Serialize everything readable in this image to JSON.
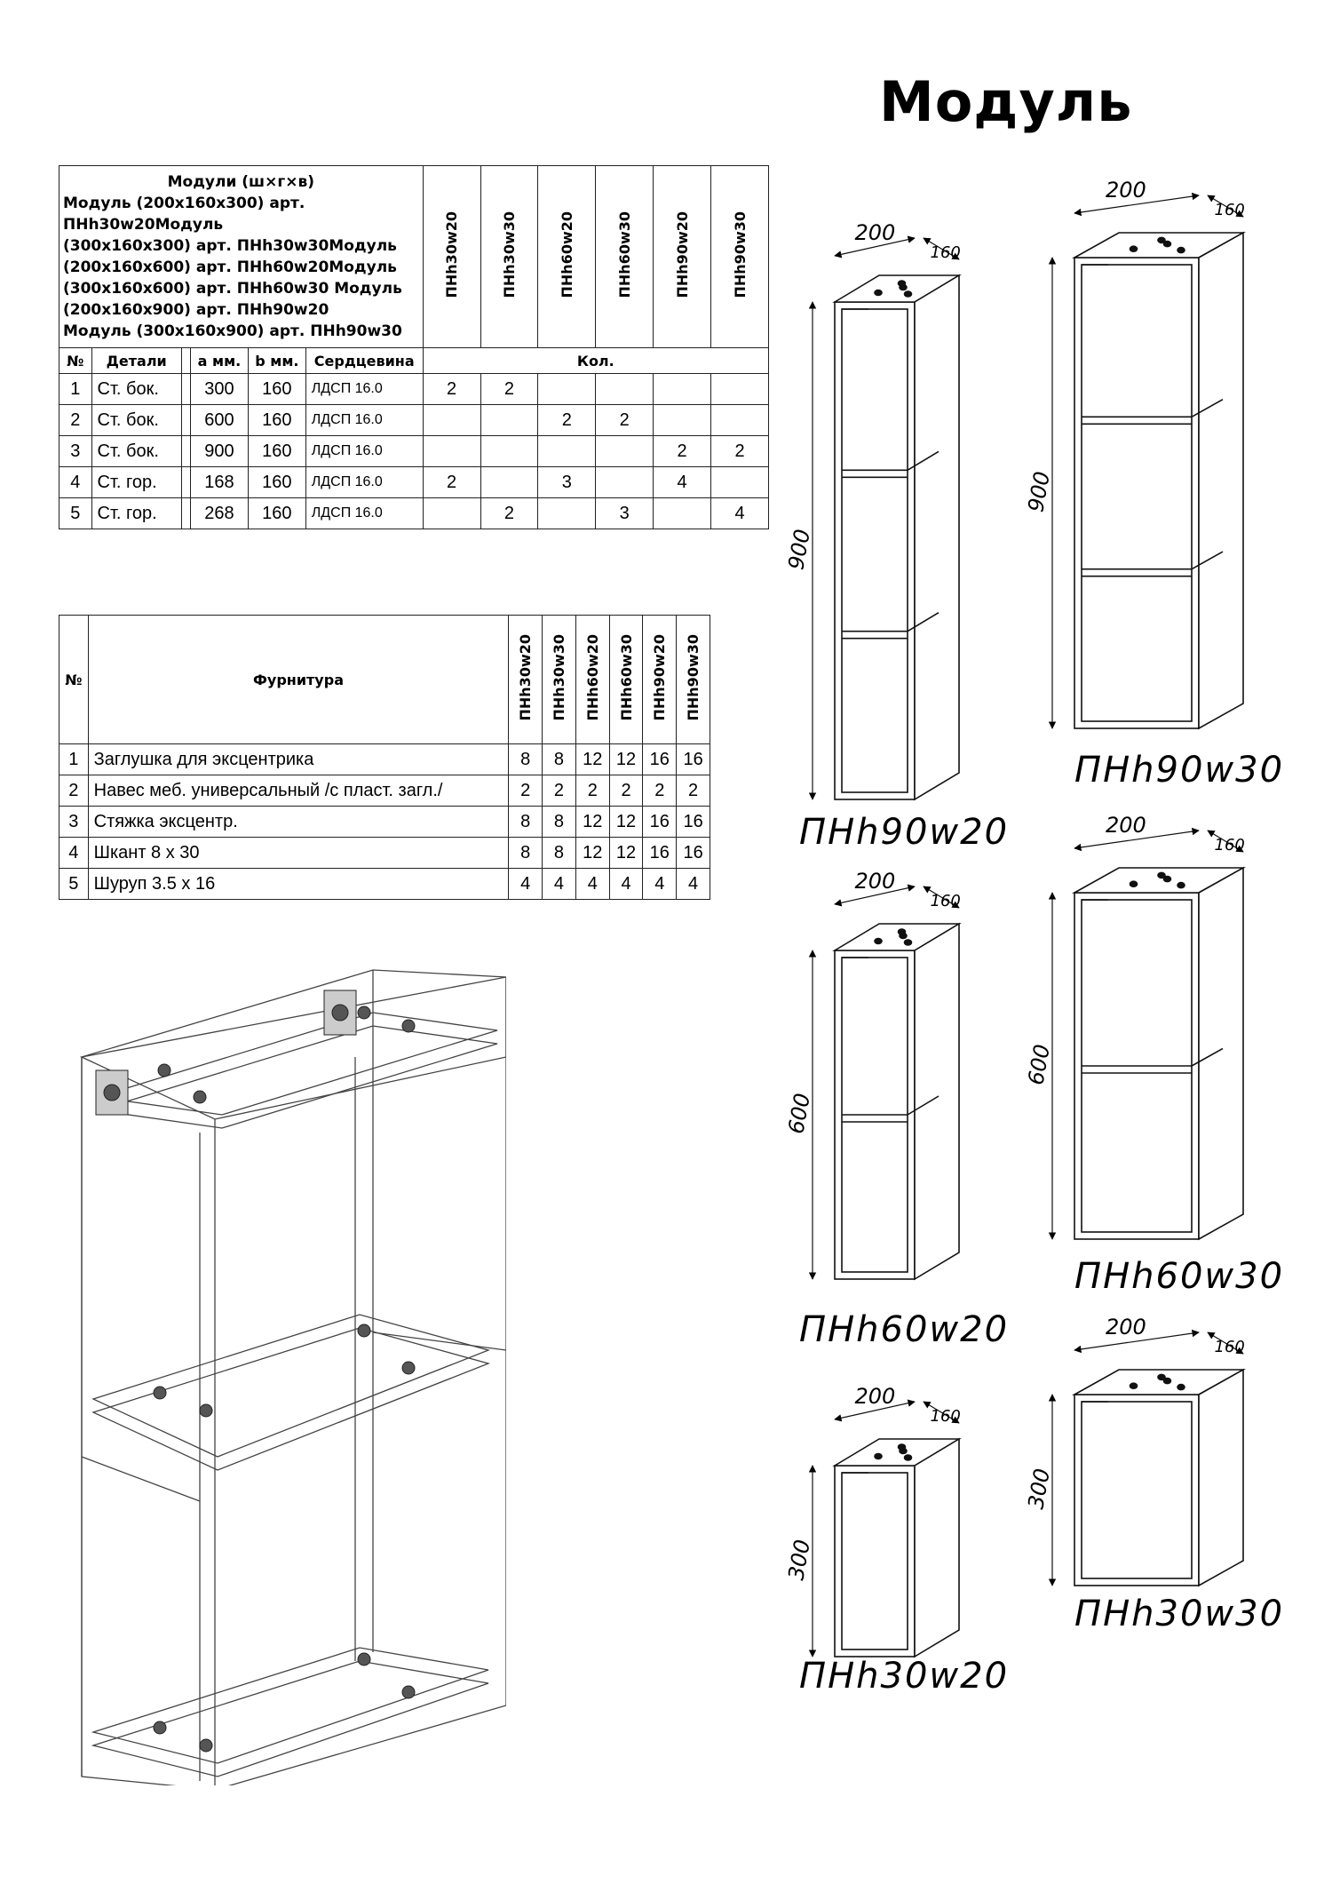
{
  "page_title": "Модуль",
  "parts_table": {
    "header_title": "Модули (ш×г×в)",
    "header_lines": [
      "Модуль (200х160х300) арт. ПНh30w20Модуль",
      "(300х160х300) арт. ПНh30w30Модуль",
      "(200х160х600) арт. ПНh60w20Модуль",
      "(300х160х600) арт. ПНh60w30 Модуль",
      "(200х160х900) арт. ПНh90w20",
      "Модуль (300х160х900) арт. ПНh90w30"
    ],
    "models": [
      "ПНh30w20",
      "ПНh30w30",
      "ПНh60w20",
      "ПНh60w30",
      "ПНh90w20",
      "ПНh90w30"
    ],
    "col_no": "№",
    "col_detail": "Детали",
    "col_a": "а мм.",
    "col_b": "b мм.",
    "col_core": "Сердцевина",
    "col_qty": "Кол.",
    "rows": [
      {
        "no": "1",
        "detail": "Ст. бок.",
        "a": "300",
        "b": "160",
        "core": "ЛДСП 16.0",
        "q": [
          "2",
          "2",
          "",
          "",
          "",
          ""
        ]
      },
      {
        "no": "2",
        "detail": "Ст. бок.",
        "a": "600",
        "b": "160",
        "core": "ЛДСП 16.0",
        "q": [
          "",
          "",
          "2",
          "2",
          "",
          ""
        ]
      },
      {
        "no": "3",
        "detail": "Ст. бок.",
        "a": "900",
        "b": "160",
        "core": "ЛДСП 16.0",
        "q": [
          "",
          "",
          "",
          "",
          "2",
          "2"
        ]
      },
      {
        "no": "4",
        "detail": "Ст. гор.",
        "a": "168",
        "b": "160",
        "core": "ЛДСП 16.0",
        "q": [
          "2",
          "",
          "3",
          "",
          "4",
          ""
        ]
      },
      {
        "no": "5",
        "detail": "Ст. гор.",
        "a": "268",
        "b": "160",
        "core": "ЛДСП 16.0",
        "q": [
          "",
          "2",
          "",
          "3",
          "",
          "4"
        ]
      }
    ]
  },
  "hardware_table": {
    "col_no": "№",
    "col_name": "Фурнитура",
    "models": [
      "ПНh30w20",
      "ПНh30w30",
      "ПНh60w20",
      "ПНh60w30",
      "ПНh90w20",
      "ПНh90w30"
    ],
    "rows": [
      {
        "no": "1",
        "name": "Заглушка для эксцентрика",
        "q": [
          "8",
          "8",
          "12",
          "12",
          "16",
          "16"
        ]
      },
      {
        "no": "2",
        "name": "Навес меб. универсальный /с пласт. загл./",
        "q": [
          "2",
          "2",
          "2",
          "2",
          "2",
          "2"
        ]
      },
      {
        "no": "3",
        "name": "Стяжка эксцентр.",
        "q": [
          "8",
          "8",
          "12",
          "12",
          "16",
          "16"
        ]
      },
      {
        "no": "4",
        "name": "Шкант 8 х 30",
        "q": [
          "8",
          "8",
          "12",
          "12",
          "16",
          "16"
        ]
      },
      {
        "no": "5",
        "name": "Шуруп 3.5 х 16",
        "q": [
          "4",
          "4",
          "4",
          "4",
          "4",
          "4"
        ]
      }
    ]
  },
  "drawings": [
    {
      "label": "ПНh90w20",
      "width": "200",
      "depth": "160",
      "height": "900",
      "shelves": 4
    },
    {
      "label": "ПНh90w30",
      "width": "200",
      "depth": "160",
      "height": "900",
      "shelves": 4
    },
    {
      "label": "ПНh60w20",
      "width": "200",
      "depth": "160",
      "height": "600",
      "shelves": 3
    },
    {
      "label": "ПНh60w30",
      "width": "200",
      "depth": "160",
      "height": "600",
      "shelves": 3
    },
    {
      "label": "ПНh30w20",
      "width": "200",
      "depth": "160",
      "height": "300",
      "shelves": 2
    },
    {
      "label": "ПНh30w30",
      "width": "200",
      "depth": "160",
      "height": "300",
      "shelves": 2
    }
  ]
}
